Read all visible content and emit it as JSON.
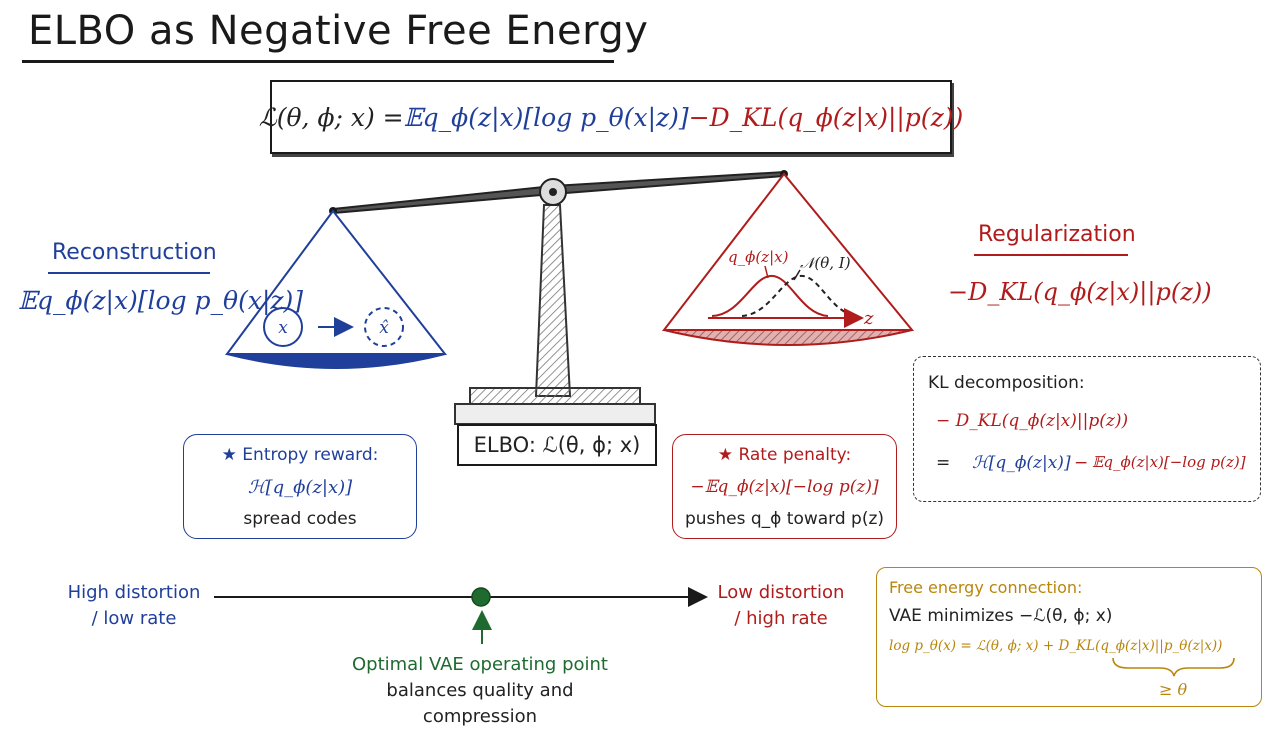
{
  "title": "ELBO as Negative Free Energy",
  "elbo_formula": {
    "lhs": "ℒ(θ, ϕ; x) = ",
    "recon_term": "𝔼q_ϕ(z|x)[log p_θ(x|z)]",
    "minus": " − ",
    "kl_term": "D_KL(q_ϕ(z|x)||p(z))"
  },
  "reconstruction": {
    "title": "Reconstruction",
    "formula": "𝔼q_ϕ(z|x)[log p_θ(x|z)]",
    "x_label": "x",
    "xhat_label": "x̂"
  },
  "regularization": {
    "title": "Regularization",
    "formula": "−D_KL(q_ϕ(z|x)||p(z))",
    "q_label": "q_ϕ(z|x)",
    "prior_label": "𝒩(θ, I)",
    "z_label": "z"
  },
  "base_label": "ELBO: ℒ(θ, ϕ; x)",
  "entropy_card": {
    "star": "★",
    "title": "Entropy reward:",
    "formula": "ℋ[q_ϕ(z|x)]",
    "note": "spread codes"
  },
  "rate_card": {
    "star": "★",
    "title": "Rate penalty:",
    "formula": "−𝔼q_ϕ(z|x)[−log p(z)]",
    "note": "pushes q_ϕ toward p(z)"
  },
  "kl_card": {
    "title": "KL decomposition:",
    "line1": "− D_KL(q_ϕ(z|x)||p(z))",
    "eq": "=",
    "entropy": "ℋ[q_ϕ(z|x)]",
    "minus": "−",
    "cross": "𝔼q_ϕ(z|x)[−log p(z)]"
  },
  "axis": {
    "left_line1": "High distortion",
    "left_line2": "/ low rate",
    "right_line1": "Low distortion",
    "right_line2": "/ high rate",
    "point_line1": "Optimal VAE operating point",
    "point_line2": "balances quality and compression"
  },
  "free_energy_card": {
    "title": "Free energy connection:",
    "line1": "VAE minimizes −ℒ(θ, ϕ; x)",
    "line2": "log p_θ(x) = ℒ(θ, ϕ; x) + D_KL(q_ϕ(z|x)||p_θ(z|x))",
    "brace_note": "≥ θ"
  },
  "colors": {
    "blue": "#1f3f9a",
    "red": "#b01c1c",
    "green": "#1f6b2f",
    "gold": "#b8860b"
  }
}
